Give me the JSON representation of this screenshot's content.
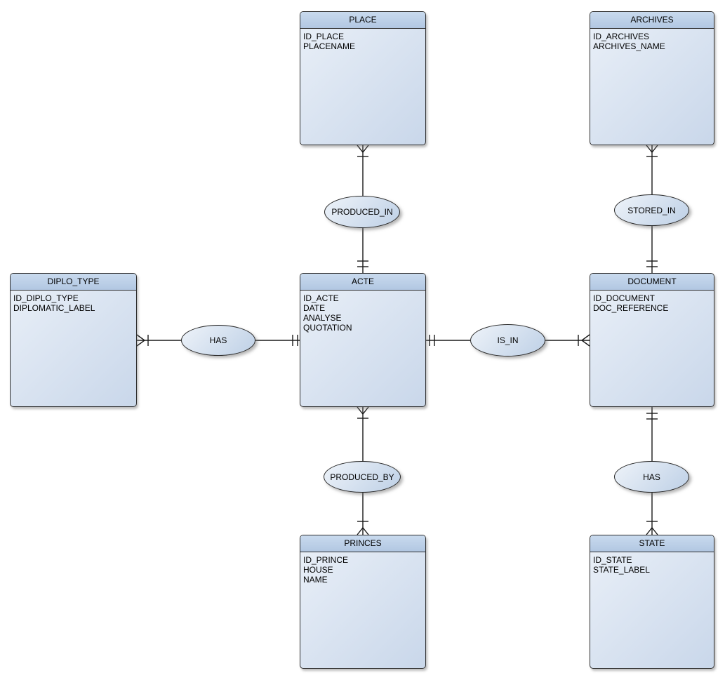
{
  "diagram": {
    "type": "entity-relationship",
    "notation": "crow-foot",
    "background_color": "#ffffff",
    "entity_header_color": "#bdcfe7",
    "entity_body_color": "#d6e1f0",
    "shape_border_color": "#2e2e2e",
    "connector_color": "#1a1a1a"
  },
  "entities": [
    {
      "name": "PLACE",
      "attributes": [
        "ID_PLACE",
        "PLACENAME"
      ]
    },
    {
      "name": "ARCHIVES",
      "attributes": [
        "ID_ARCHIVES",
        "ARCHIVES_NAME"
      ]
    },
    {
      "name": "DIPLO_TYPE",
      "attributes": [
        "ID_DIPLO_TYPE",
        "DIPLOMATIC_LABEL"
      ]
    },
    {
      "name": "ACTE",
      "attributes": [
        "ID_ACTE",
        "DATE",
        "ANALYSE",
        "QUOTATION"
      ]
    },
    {
      "name": "DOCUMENT",
      "attributes": [
        "ID_DOCUMENT",
        "DOC_REFERENCE"
      ]
    },
    {
      "name": "PRINCES",
      "attributes": [
        "ID_PRINCE",
        "HOUSE",
        "NAME"
      ]
    },
    {
      "name": "STATE",
      "attributes": [
        "ID_STATE",
        "STATE_LABEL"
      ]
    }
  ],
  "relationships": [
    {
      "label": "PRODUCED_IN",
      "ends": [
        {
          "entity": "PLACE",
          "cardinality": "one-or-many"
        },
        {
          "entity": "ACTE",
          "cardinality": "exactly-one"
        }
      ]
    },
    {
      "label": "STORED_IN",
      "ends": [
        {
          "entity": "ARCHIVES",
          "cardinality": "one-or-many"
        },
        {
          "entity": "DOCUMENT",
          "cardinality": "exactly-one"
        }
      ]
    },
    {
      "label": "HAS",
      "ends": [
        {
          "entity": "DIPLO_TYPE",
          "cardinality": "one-or-many"
        },
        {
          "entity": "ACTE",
          "cardinality": "exactly-one"
        }
      ]
    },
    {
      "label": "IS_IN",
      "ends": [
        {
          "entity": "ACTE",
          "cardinality": "exactly-one"
        },
        {
          "entity": "DOCUMENT",
          "cardinality": "one-or-many"
        }
      ]
    },
    {
      "label": "PRODUCED_BY",
      "ends": [
        {
          "entity": "ACTE",
          "cardinality": "one-or-many"
        },
        {
          "entity": "PRINCES",
          "cardinality": "one-or-many"
        }
      ]
    },
    {
      "label": "HAS",
      "ends": [
        {
          "entity": "DOCUMENT",
          "cardinality": "exactly-one"
        },
        {
          "entity": "STATE",
          "cardinality": "one-or-many"
        }
      ]
    }
  ]
}
